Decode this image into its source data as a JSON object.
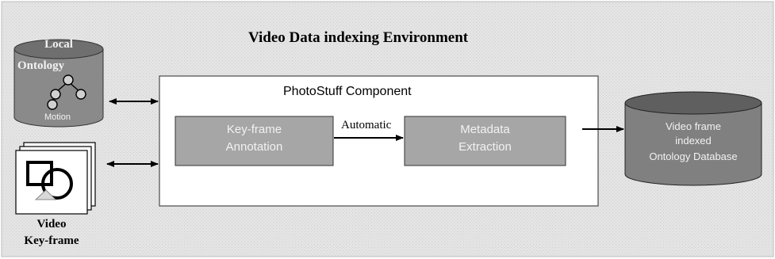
{
  "env_title": "Video Data indexing Environment",
  "local_ontology": {
    "line1": "Local",
    "line2": "Ontology",
    "sublabel": "Motion"
  },
  "photostuff": {
    "title": "PhotoStuff Component"
  },
  "keyframe_annotation": {
    "line1": "Key-frame",
    "line2": "Annotation"
  },
  "automatic_label": "Automatic",
  "metadata_extraction": {
    "line1": "Metadata",
    "line2": "Extraction"
  },
  "database": {
    "line1": "Video frame",
    "line2": "indexed",
    "line3": "Ontology Database"
  },
  "video_keyframe": {
    "line1": "Video",
    "line2": "Key-frame"
  },
  "colors": {
    "environment_bg": "#e3e3e3",
    "component_bg": "#ffffff",
    "box_fill": "#a6a6a6",
    "cylinder_fill": "#808080",
    "box_text": "#f2f2f2"
  }
}
